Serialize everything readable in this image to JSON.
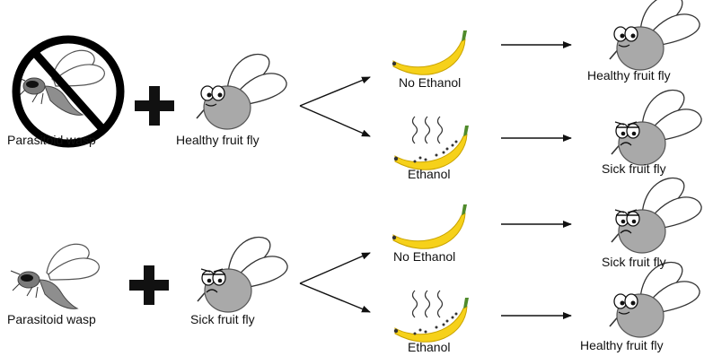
{
  "top_row": {
    "left_label": "Parasitoid wasp",
    "fly_label": "Healthy fruit fly",
    "branch_upper": {
      "treatment": "No Ethanol",
      "outcome": "Healthy fruit fly"
    },
    "branch_lower": {
      "treatment": "Ethanol",
      "outcome": "Sick fruit fly"
    }
  },
  "bottom_row": {
    "left_label": "Parasitoid wasp",
    "fly_label": "Sick fruit fly",
    "branch_upper": {
      "treatment": "No Ethanol",
      "outcome": "Sick fruit fly"
    },
    "branch_lower": {
      "treatment": "Ethanol",
      "outcome": "Healthy fruit fly"
    }
  },
  "colors": {
    "fly_body": "#a9a9a9",
    "banana": "#f6d11a",
    "banana_stem": "#4f8a2b",
    "line": "#111111"
  },
  "icons": [
    "no-wasp-icon",
    "wasp-icon",
    "plus-icon",
    "fly-icon",
    "banana-icon",
    "ethanol-fumes-icon",
    "arrow-icon"
  ]
}
